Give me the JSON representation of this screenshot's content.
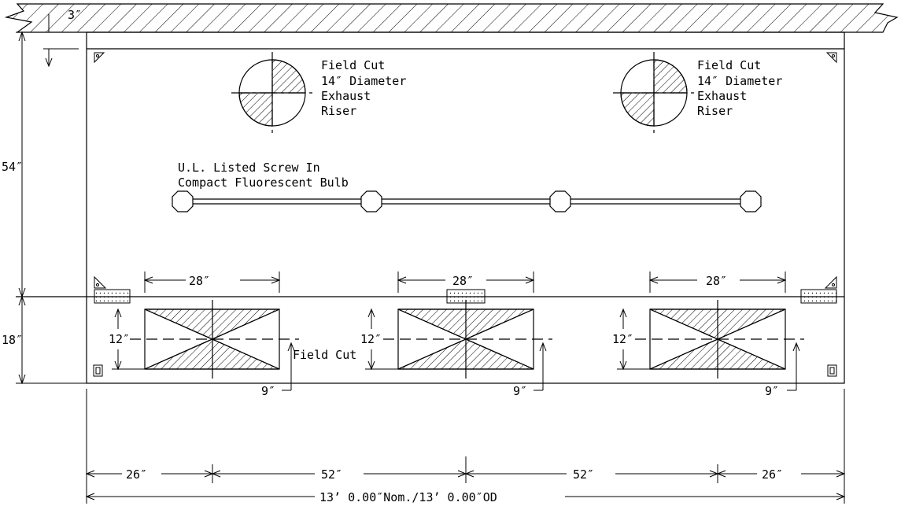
{
  "risers": [
    {
      "lines": [
        "Field Cut",
        "14″ Diameter",
        "Exhaust",
        "Riser"
      ]
    },
    {
      "lines": [
        "Field Cut",
        "14″ Diameter",
        "Exhaust",
        "Riser"
      ]
    }
  ],
  "bulb_note": {
    "line1": "U.L. Listed Screw In",
    "line2": "Compact Fluorescent Bulb"
  },
  "field_cut_label": "Field Cut",
  "dims": {
    "top_gap": "3″",
    "upper_height": "54″",
    "lower_height": "18″",
    "filter_widths": [
      "28″",
      "28″",
      "28″"
    ],
    "filter_heights": [
      "12″",
      "12″",
      "12″"
    ],
    "filter_offsets": [
      "9″",
      "9″",
      "9″"
    ],
    "spacing": [
      "26″",
      "52″",
      "52″",
      "26″"
    ],
    "overall": "13’ 0.00″Nom./13’ 0.00″OD"
  },
  "colors": {
    "line": "#000000",
    "background": "#ffffff"
  }
}
